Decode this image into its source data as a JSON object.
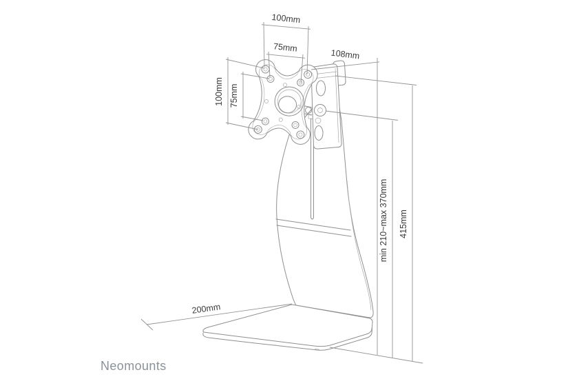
{
  "brand": {
    "name": "Neomounts"
  },
  "diagram": {
    "subject": "monitor desk stand technical drawing",
    "labels": {
      "vesa_width_100": "100mm",
      "vesa_width_75": "75mm",
      "depth_108": "108mm",
      "vesa_height_100": "100mm",
      "vesa_height_75": "75mm",
      "height_range": "min 210~max 370mm",
      "total_height": "415mm",
      "base_depth": "200mm"
    }
  },
  "colors": {
    "line": "#8f8f8f",
    "line2": "#a8a8a8",
    "dim": "#939393",
    "text": "#3a3a3a",
    "brand": "#8b9198"
  }
}
